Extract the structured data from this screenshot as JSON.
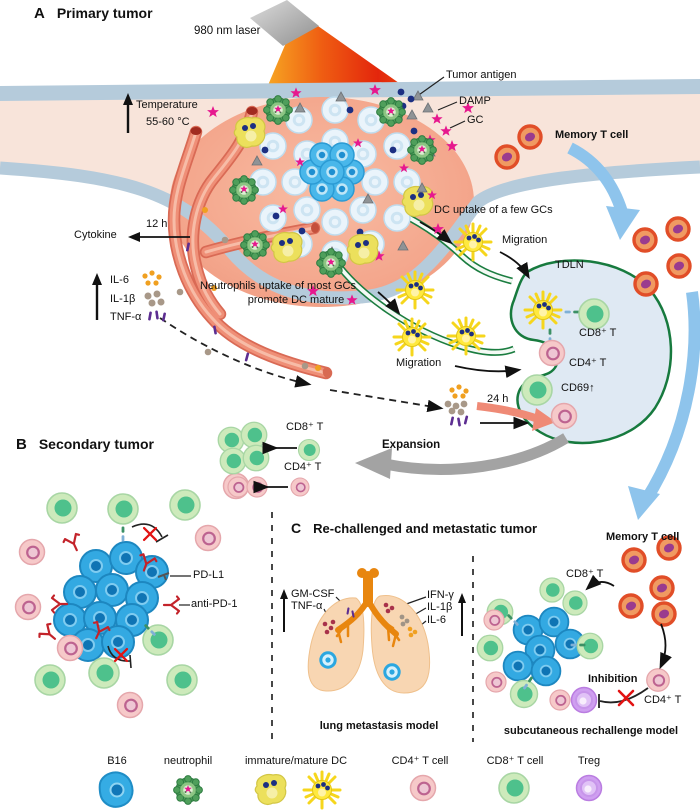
{
  "figure": {
    "panel_a": {
      "letter": "A",
      "title": "Primary tumor",
      "laser_label": "980 nm laser",
      "temperature_label": "Temperature",
      "temperature_value": "55-60 °C",
      "tumor_antigen_label": "Tumor antigen",
      "damp_label": "DAMP",
      "gc_label": "GC",
      "memory_t_cell_label": "Memory T cell",
      "time_12h": "12 h",
      "cytokine_label": "Cytokine",
      "cytokines_up": [
        "IL-6",
        "IL-1β",
        "TNF-α"
      ],
      "neutrophil_note_line1": "Neutrophils uptake of most GCs",
      "neutrophil_note_line2": "promote DC mature",
      "dc_uptake_label": "DC uptake of a few GCs",
      "migration_label_1": "Migration",
      "migration_label_2": "Migration",
      "tdln_label": "TDLN",
      "cd8_label": "CD8⁺ T",
      "cd4_label": "CD4⁺ T",
      "cd69_label": "CD69↑",
      "time_24h": "24 h",
      "expansion_label": "Expansion"
    },
    "panel_b": {
      "letter": "B",
      "title": "Secondary tumor",
      "cd8_label": "CD8⁺ T",
      "cd4_label": "CD4⁺ T",
      "pdl1_label": "PD-L1",
      "anti_pd1_label": "anti-PD-1"
    },
    "panel_c": {
      "letter": "C",
      "title": "Re-challenged and metastatic tumor",
      "memory_t_cell_label": "Memory T cell",
      "left_cytokines": [
        "GM-CSF",
        "TNF-α"
      ],
      "right_cytokines": [
        "IFN-γ",
        "IL-1β",
        "IL-6"
      ],
      "lung_model_label": "lung metastasis model",
      "cd8_label": "CD8⁺ T",
      "inhibition_label": "Inhibition",
      "cd4_label": "CD4⁺ T",
      "subcutaneous_model_label": "subcutaneous rechallenge model"
    },
    "legend": {
      "items": [
        {
          "label": "B16",
          "icon": "b16-cell-icon"
        },
        {
          "label": "neutrophil",
          "icon": "neutrophil-icon"
        },
        {
          "label": "immature/mature DC",
          "icon": "dendritic-cell-icons"
        },
        {
          "label": "CD4⁺ T cell",
          "icon": "cd4-cell-icon"
        },
        {
          "label": "CD8⁺ T cell",
          "icon": "cd8-cell-icon"
        },
        {
          "label": "Treg",
          "icon": "treg-cell-icon"
        }
      ]
    },
    "colors": {
      "laser_red": "#e3260c",
      "skin_layer": "#b5cbdb",
      "tissue_pink": "#f8e4da",
      "tumor_mass": "#f4a78d",
      "b16_blue": "#33a9e2",
      "neutrophil_green": "#4f9f5b",
      "dc_yellow": "#ffe93e",
      "memory_t_red": "#ee5f35",
      "cd8_green": "#cdeabb",
      "cd4_pink": "#f6c9c9",
      "treg_purple": "#cf9ff0",
      "lymph_green": "#1b7d40",
      "flow_arrow_blue": "#8ec4ec",
      "antibody_red": "#c3232a"
    }
  }
}
